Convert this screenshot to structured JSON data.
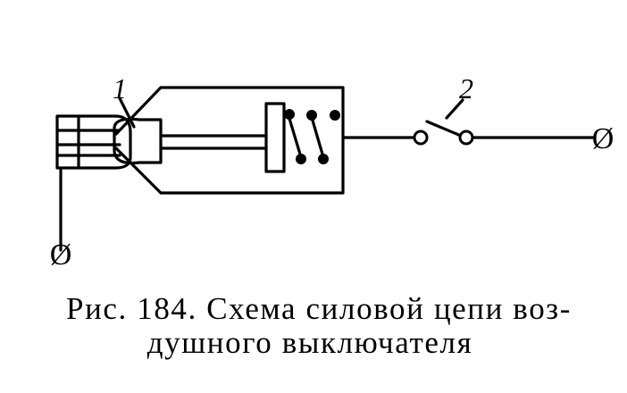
{
  "diagram": {
    "labels": {
      "cylinder": "1",
      "switch": "2"
    },
    "terminal_symbol": "Ø",
    "colors": {
      "ink": "#000000",
      "paper": "#ffffff"
    }
  },
  "caption": {
    "line1": "Рис. 184. Схема силовой цепи воз-",
    "line2": "душного выключателя"
  }
}
